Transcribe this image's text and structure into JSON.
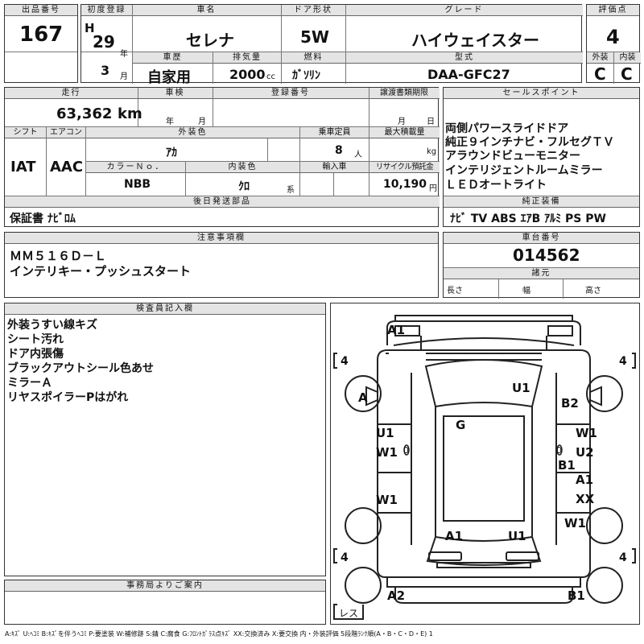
{
  "lot": {
    "label": "出品番号",
    "value": "167"
  },
  "first_reg": {
    "label": "初度登録",
    "era": "H",
    "year": "29",
    "year_unit": "年",
    "month": "3",
    "month_unit": "月"
  },
  "car_name": {
    "label": "車名",
    "value": "セレナ"
  },
  "doors": {
    "label": "ドア形状",
    "value": "5W"
  },
  "grade": {
    "label": "グレード",
    "value": "ハイウェイスター"
  },
  "score": {
    "label": "評価点",
    "value": "4",
    "ext_label": "外装",
    "ext_value": "C",
    "int_label": "内装",
    "int_value": "C"
  },
  "history": {
    "label": "車歴",
    "value": "自家用"
  },
  "displacement": {
    "label": "排気量",
    "value": "2000",
    "unit": "cc"
  },
  "fuel": {
    "label": "燃料",
    "value": "ｶﾞｿﾘﾝ"
  },
  "model": {
    "label": "型式",
    "value": "DAA-GFC27"
  },
  "mileage": {
    "label": "走行",
    "value": "63,362",
    "unit": "km"
  },
  "inspection": {
    "label": "車検",
    "year_unit": "年",
    "month_unit": "月"
  },
  "reg_no": {
    "label": "登録番号"
  },
  "transfer": {
    "label": "譲渡書類期限",
    "month_unit": "月",
    "day_unit": "日"
  },
  "sales": {
    "label": "セールスポイント",
    "lines": [
      "両側パワースライドドア",
      "純正９インチナビ・フルセグＴＶ",
      "アラウンドビューモニター",
      "インテリジェントルームミラー",
      "ＬＥＤオートライト"
    ]
  },
  "shift": {
    "label": "シフト",
    "value": "IAT"
  },
  "aircon": {
    "label": "エアコン",
    "value": "AAC"
  },
  "ext_color": {
    "label": "外装色",
    "value": "ｱｶ"
  },
  "capacity": {
    "label": "乗車定員",
    "value": "8",
    "unit": "人"
  },
  "max_load": {
    "label": "最大積載量",
    "unit": "kg"
  },
  "color_no": {
    "label": "カラーＮｏ．",
    "value": "NBB"
  },
  "int_color": {
    "label": "内装色",
    "value": "ｸﾛ",
    "unit": "系"
  },
  "import": {
    "label": "輸入車"
  },
  "recycle": {
    "label": "リサイクル預託金",
    "value": "10,190",
    "unit": "円"
  },
  "later_parts": {
    "label": "後日発送部品",
    "value": "保証書 ﾅﾋﾞﾛﾑ"
  },
  "genuine": {
    "label": "純正装備",
    "value": "ﾅﾋﾞ  TV  ABS  ｴｱB  ｱﾙﾐ  PS  PW"
  },
  "notes": {
    "label": "注意事項欄",
    "lines": [
      "ＭＭ５１６Ｄ－Ｌ",
      "インテリキー・プッシュスタート"
    ]
  },
  "chassis": {
    "label": "車台番号",
    "value": "014562"
  },
  "specs": {
    "label": "諸元",
    "length": "長さ",
    "width": "幅",
    "height": "高さ"
  },
  "inspector": {
    "label": "検査員記入欄",
    "lines": [
      "外装うすい線キズ",
      "シート汚れ",
      "ドア内張傷",
      "ブラックアウトシール色あせ",
      "ミラーＡ",
      "リヤスポイラーPはがれ"
    ]
  },
  "office": {
    "label": "事務局よりご案内"
  },
  "diagram": {
    "tire_tread": "4",
    "rear_label": "レス",
    "marks": [
      "A1",
      "U1",
      "A",
      "B2",
      "U1",
      "G",
      "W1",
      "W1",
      "U2",
      "B1",
      "W1",
      "A1",
      "XX",
      "W1",
      "A1",
      "U1",
      "A2",
      "B1"
    ],
    "lights": [
      "0",
      "0"
    ]
  },
  "legend": "A:ｷｽﾞ  U:ﾍｺﾐ  B:ｷｽﾞを伴うﾍｺﾐ  P:要塗装  W:補修跡  S:錆  C:腐食  G:ﾌﾛﾝﾄｶﾞﾗｽ点ｷｽﾞ  XX:交換済み  X:要交換   内・外装評価  5段階ﾗﾝｸ順(A・B・C・D・E)  1"
}
